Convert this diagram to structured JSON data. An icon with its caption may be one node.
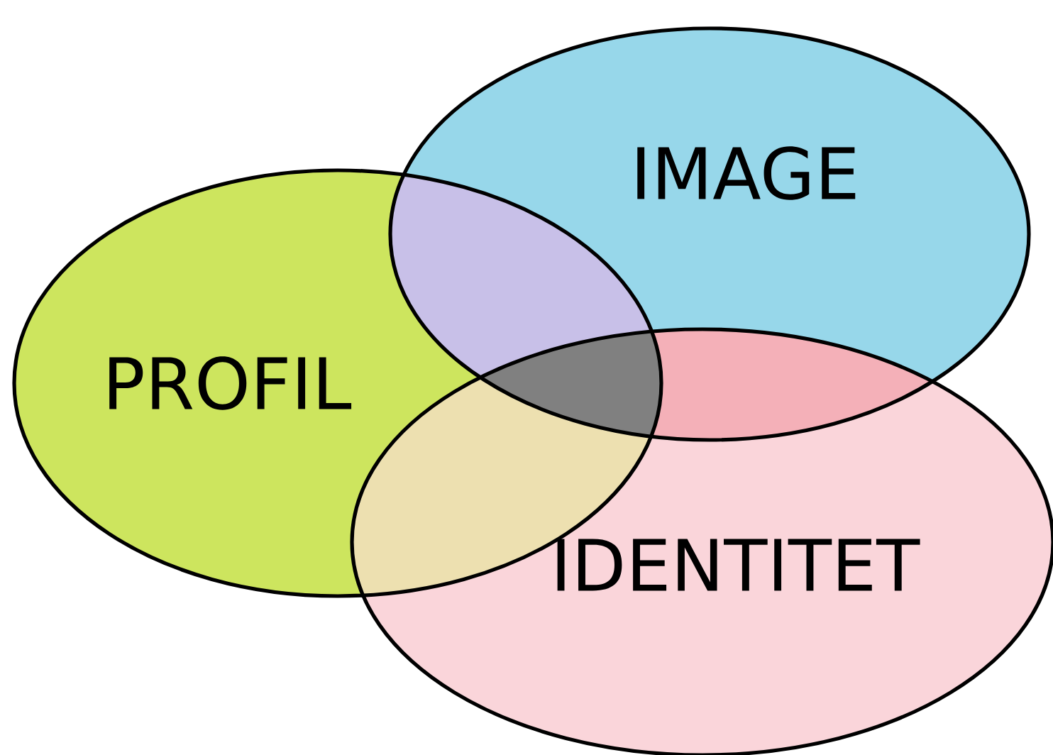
{
  "diagram": {
    "nodes": [
      {
        "text": [
          "IMAGE"
        ]
      },
      {
        "text": [
          "PROFIL"
        ]
      },
      {
        "text": [
          "IDENTITET"
        ]
      }
    ]
  }
}
